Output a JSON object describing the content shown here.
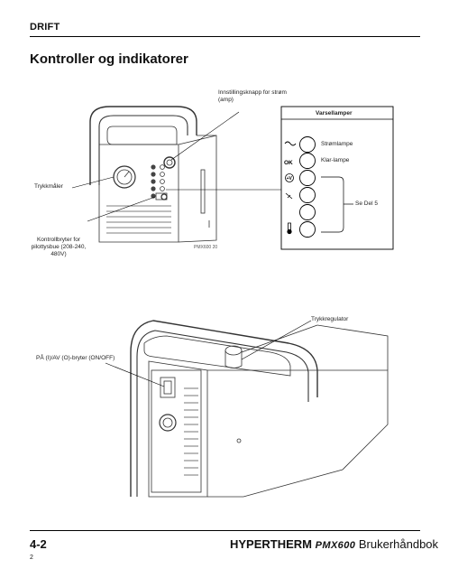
{
  "header": {
    "section": "DRIFT"
  },
  "title": "Kontroller og indikatorer",
  "figure1": {
    "labels": {
      "knob": "Innstillingsknapp for strøm (amp)",
      "gauge": "Trykkmåler",
      "switch": "Kontrollbryter for pilottysbue (208-240, 480V)",
      "code": "PMX600 20"
    },
    "panel": {
      "title": "Varsellamper",
      "lamps": [
        {
          "icon": "~",
          "label": "Strømlampe"
        },
        {
          "icon": "OK",
          "label": "Klar-lampe"
        },
        {
          "icon": "+V",
          "label": ""
        },
        {
          "icon": "",
          "label": ""
        },
        {
          "icon": "",
          "label": ""
        },
        {
          "icon": "",
          "label": ""
        }
      ],
      "bracket_label": "Se Del 5"
    }
  },
  "figure2": {
    "labels": {
      "onoff": "PÅ (I)/AV (O)-bryter (ON/OFF)",
      "regulator": "Trykkregulator"
    }
  },
  "footer": {
    "page": "4-2",
    "brand": "HYPERTHERM",
    "model": "PMX600",
    "manual": "Brukerhåndbok",
    "small_page": "2"
  }
}
